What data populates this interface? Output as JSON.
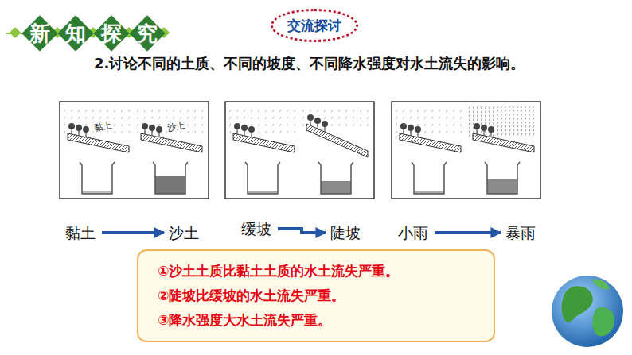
{
  "diagram": {
    "title": "2.讨论不同的土质、不同的坡度、不同降水强度对水土流失的影响。",
    "nodes": [
      {
        "text": [
          "新知探究"
        ]
      },
      {
        "text": [
          "交流探讨"
        ]
      },
      {
        "text": [
          "黏土"
        ]
      },
      {
        "text": [
          "沙土"
        ]
      },
      {
        "text": [
          "缓坡"
        ]
      },
      {
        "text": [
          "陡坡"
        ]
      },
      {
        "text": [
          "小雨"
        ]
      },
      {
        "text": [
          "暴雨"
        ]
      },
      {
        "text": [
          "①沙土土质比黏土土质的水土流失严重。",
          "②陡坡比缓坡的水土流失严重。",
          "③降水强度大水土流失严重。"
        ]
      }
    ],
    "edges": [
      {
        "from": 2,
        "to": 3,
        "arrow": "to"
      },
      {
        "from": 4,
        "to": 5,
        "arrow": "to"
      },
      {
        "from": 6,
        "to": 7,
        "arrow": "to"
      }
    ],
    "labels": [
      "黏土",
      "沙土"
    ]
  }
}
